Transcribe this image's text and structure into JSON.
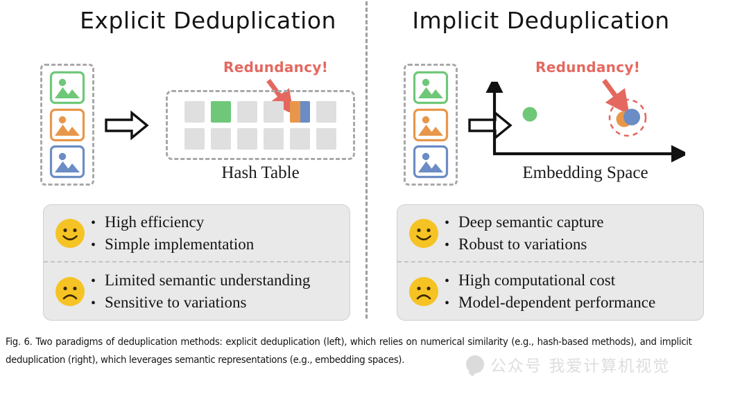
{
  "figure": {
    "divider": "vertical-dashed-divider",
    "caption": {
      "lead": "Fig. 6.",
      "text": "  Two paradigms of deduplication methods: explicit deduplication (left), which relies on numerical similarity (e.g., hash-based methods), and implicit deduplication (right), which leverages semantic representations (e.g., embedding spaces)."
    },
    "watermark": {
      "text": "公众号 我爱计算机视觉"
    }
  },
  "colors": {
    "green": "#6fc878",
    "orange": "#e8974a",
    "blue": "#6b8cc4",
    "red_accent": "#e4685f",
    "cell_gray": "#dfdfdf",
    "card_bg": "#e9e9e9",
    "dashed_gray": "#a8a8a8",
    "face_yellow": "#f6c324"
  },
  "left_panel": {
    "title": "Explicit Deduplication",
    "images": [
      {
        "name": "image-thumb-green",
        "color": "#6fc878"
      },
      {
        "name": "image-thumb-orange",
        "color": "#e8974a"
      },
      {
        "name": "image-thumb-blue",
        "color": "#6b8cc4"
      }
    ],
    "transform_arrow": "block-arrow-right",
    "annotation": "Redundancy!",
    "structure_label": "Hash Table",
    "hash_table": {
      "columns": 6,
      "rows": 2,
      "cells": [
        [
          {
            "fill": "empty"
          },
          {
            "fill": "green"
          },
          {
            "fill": "empty"
          },
          {
            "fill": "empty"
          },
          {
            "fill": "split-orange-blue"
          },
          {
            "fill": "empty"
          }
        ],
        [
          {
            "fill": "empty"
          },
          {
            "fill": "empty"
          },
          {
            "fill": "empty"
          },
          {
            "fill": "empty"
          },
          {
            "fill": "empty"
          },
          {
            "fill": "empty"
          }
        ]
      ]
    },
    "pros": [
      "High efficiency",
      "Simple implementation"
    ],
    "cons": [
      "Limited semantic understanding",
      "Sensitive to variations"
    ],
    "bullet_glyph": "•"
  },
  "right_panel": {
    "title": "Implicit Deduplication",
    "images": [
      {
        "name": "image-thumb-green",
        "color": "#6fc878"
      },
      {
        "name": "image-thumb-orange",
        "color": "#e8974a"
      },
      {
        "name": "image-thumb-blue",
        "color": "#6b8cc4"
      }
    ],
    "transform_arrow": "block-arrow-right",
    "annotation": "Redundancy!",
    "structure_label": "Embedding Space",
    "embedding_plot": {
      "axes": [
        "y-axis-arrow-up",
        "x-axis-arrow-right"
      ],
      "points": [
        {
          "name": "point-green",
          "color": "#6fc878",
          "x": 0.22,
          "y": 0.52
        },
        {
          "name": "point-orange",
          "color": "#e8974a",
          "x": 0.7,
          "y": 0.46
        },
        {
          "name": "point-blue",
          "color": "#6b8cc4",
          "x": 0.745,
          "y": 0.48
        }
      ],
      "highlight_circle": {
        "name": "dashed-red-circle",
        "color": "#e4685f"
      }
    },
    "pros": [
      "Deep semantic capture",
      "Robust to variations"
    ],
    "cons": [
      "High computational cost",
      "Model-dependent performance"
    ],
    "bullet_glyph": "•"
  }
}
